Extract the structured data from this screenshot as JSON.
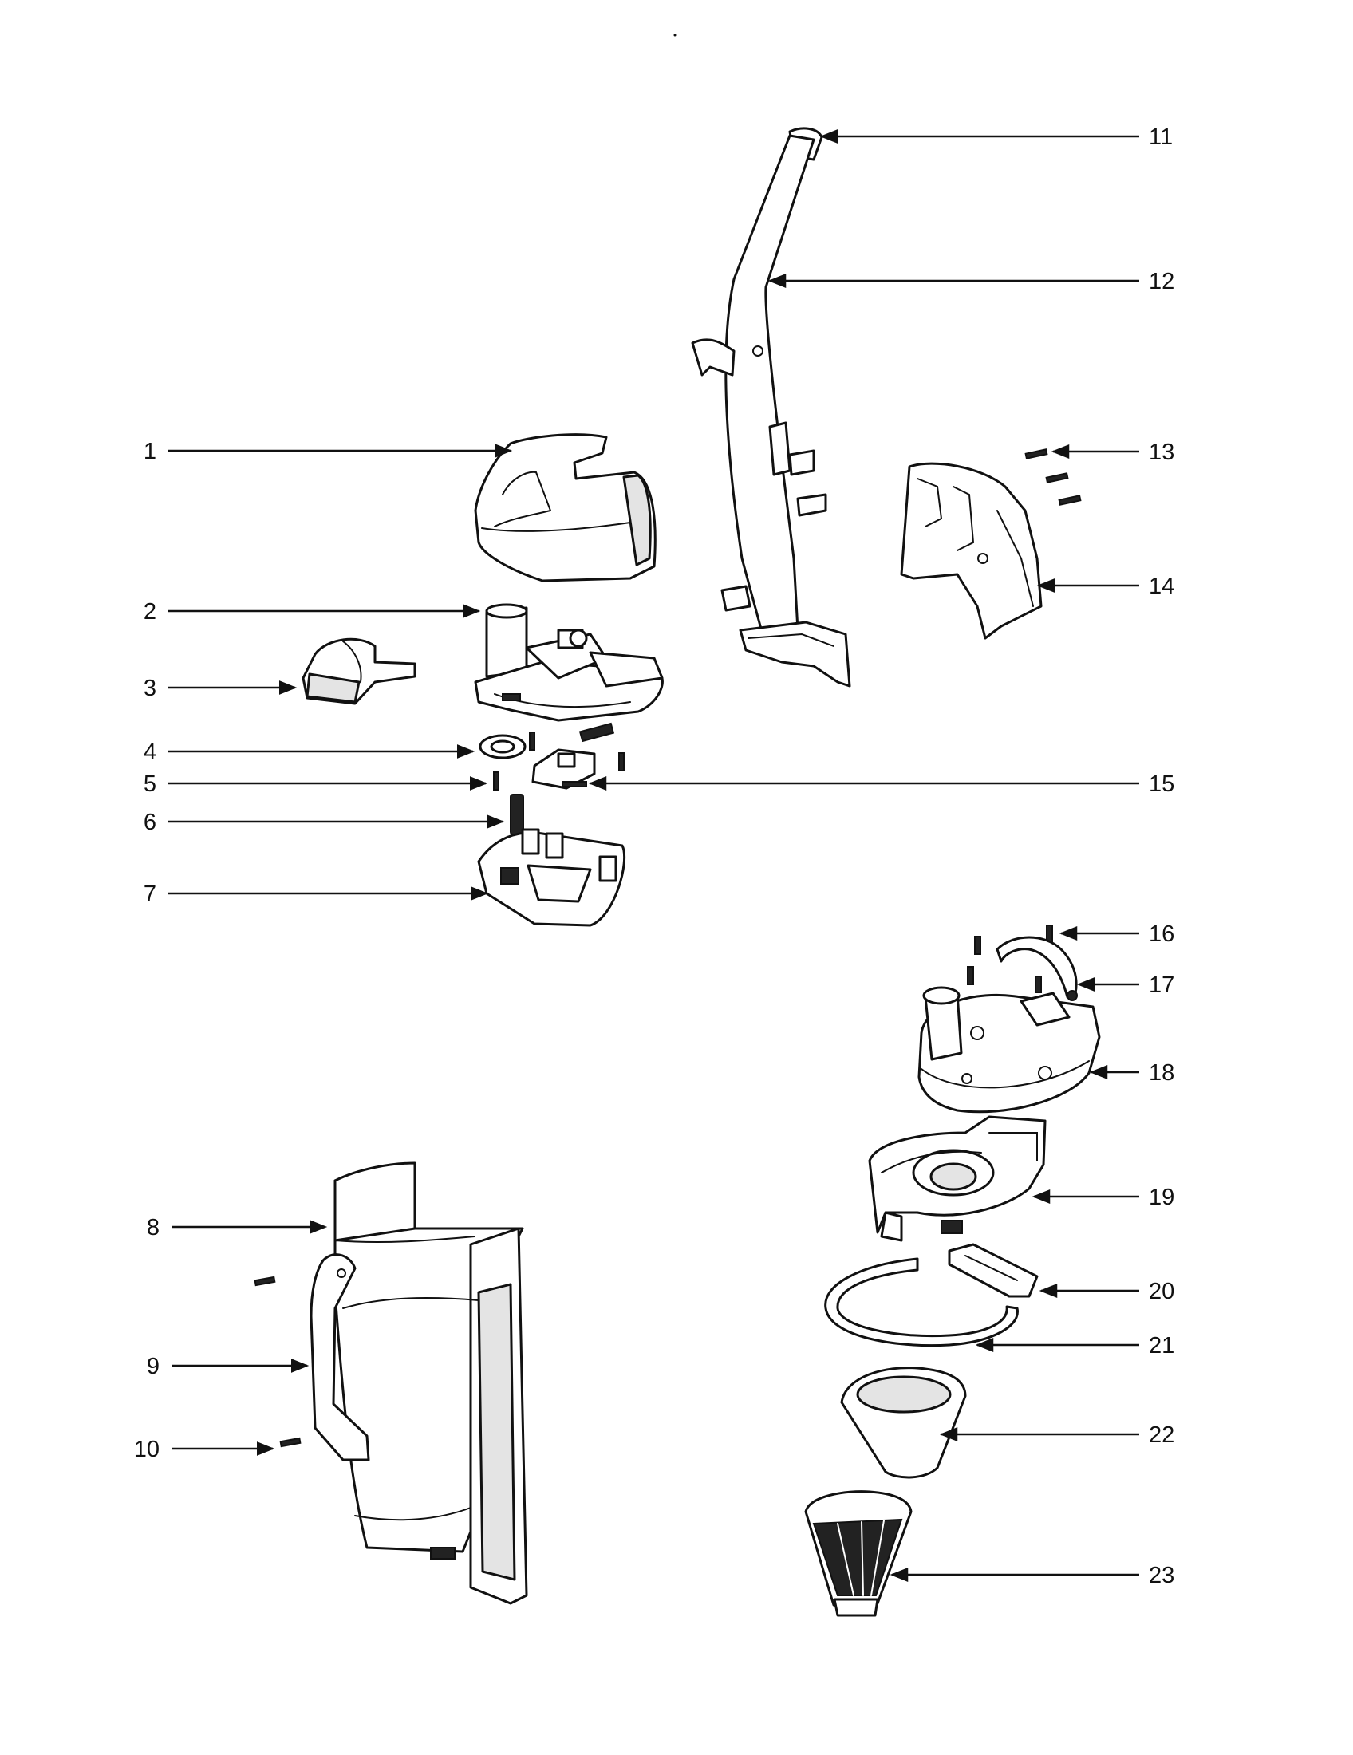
{
  "callouts": [
    {
      "id": "c1",
      "label": "1"
    },
    {
      "id": "c2",
      "label": "2"
    },
    {
      "id": "c3",
      "label": "3"
    },
    {
      "id": "c4",
      "label": "4"
    },
    {
      "id": "c5",
      "label": "5"
    },
    {
      "id": "c6",
      "label": "6"
    },
    {
      "id": "c7",
      "label": "7"
    },
    {
      "id": "c8",
      "label": "8"
    },
    {
      "id": "c9",
      "label": "9"
    },
    {
      "id": "c10",
      "label": "10"
    },
    {
      "id": "c11",
      "label": "11"
    },
    {
      "id": "c12",
      "label": "12"
    },
    {
      "id": "c13",
      "label": "13"
    },
    {
      "id": "c14",
      "label": "14"
    },
    {
      "id": "c15",
      "label": "15"
    },
    {
      "id": "c16",
      "label": "16"
    },
    {
      "id": "c17",
      "label": "17"
    },
    {
      "id": "c18",
      "label": "18"
    },
    {
      "id": "c19",
      "label": "19"
    },
    {
      "id": "c20",
      "label": "20"
    },
    {
      "id": "c21",
      "label": "21"
    },
    {
      "id": "c22",
      "label": "22"
    },
    {
      "id": "c23",
      "label": "23"
    }
  ],
  "colors": {
    "ink": "#111111",
    "paper": "#ffffff",
    "shade": "#e4e4e4"
  }
}
